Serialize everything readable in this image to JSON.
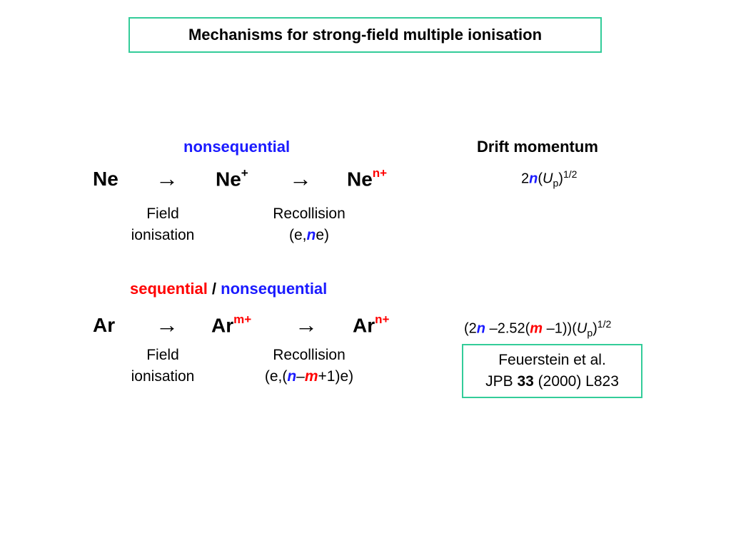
{
  "title": "Mechanisms for strong-field multiple ionisation",
  "row1": {
    "heading": "nonsequential",
    "species": [
      "Ne",
      "Ne",
      "Ne"
    ],
    "charges": [
      "+",
      "n+"
    ],
    "arrow": "→",
    "step1_label": [
      "Field",
      "ionisation"
    ],
    "step2_label_line1": "Recollision",
    "step2_label_line2": {
      "pre": "(e,",
      "var": "n",
      "post": "e)"
    }
  },
  "drift_heading": "Drift momentum",
  "drift1": {
    "coef": "2",
    "var": "n",
    "open": "(",
    "U": "U",
    "sub": "p",
    "close": ")",
    "exp": "1/2"
  },
  "row2": {
    "heading_part1": "sequential",
    "heading_sep": " / ",
    "heading_part2": "nonsequential",
    "species": [
      "Ar",
      "Ar",
      "Ar"
    ],
    "charges": [
      "m+",
      "n+"
    ],
    "arrow": "→",
    "step1_label": [
      "Field",
      "ionisation"
    ],
    "step2_label_line1": "Recollision",
    "step2_label_line2": {
      "pre": "(e,(",
      "n": "n",
      "minus": "–",
      "m": "m",
      "post": "+1)e)"
    }
  },
  "drift2": {
    "a": "(2",
    "n": "n",
    "b": " –2.52(",
    "m": "m",
    "c": " –1))(",
    "U": "U",
    "sub": "p",
    "d": ")",
    "exp": "1/2"
  },
  "reference": {
    "line1": "Feuerstein et al.",
    "journal": "JPB ",
    "volume": "33",
    "rest": " (2000) L823"
  },
  "colors": {
    "accent_border": "#33cc99",
    "blue": "#1a1aff",
    "red": "#ff0000"
  }
}
